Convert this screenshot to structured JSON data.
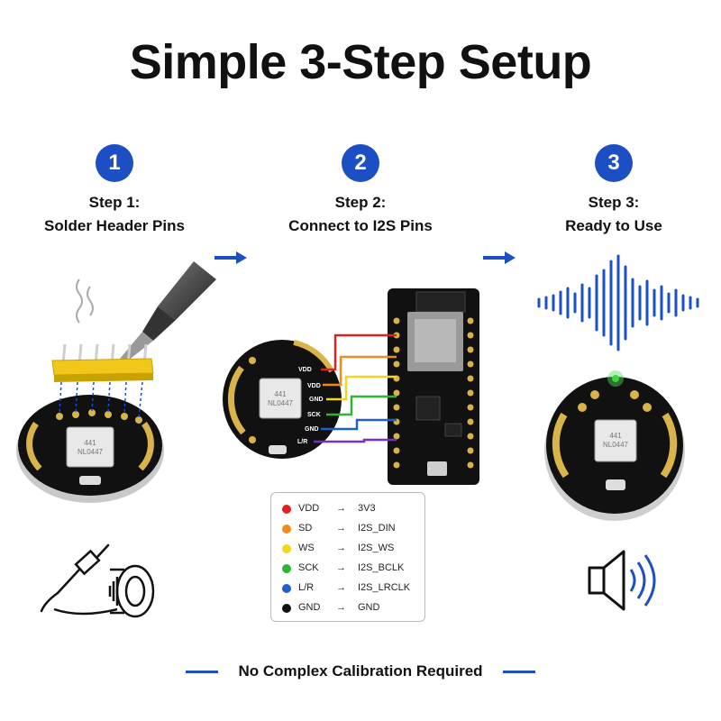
{
  "title": "Simple 3-Step Setup",
  "steps": [
    {
      "number": "1",
      "label_line1": "Step 1:",
      "label_line2": "Solder Header Pins"
    },
    {
      "number": "2",
      "label_line1": "Step 2:",
      "label_line2": "Connect to I2S Pins"
    },
    {
      "number": "3",
      "label_line1": "Step 3:",
      "label_line2": "Ready to Use"
    }
  ],
  "chip_text": {
    "line1": "441",
    "line2": "NL0447"
  },
  "mic_pin_labels": [
    "VDD",
    "VDD",
    "GND",
    "SCK",
    "GND",
    "L/R"
  ],
  "wiring": [
    {
      "signal": "VDD",
      "arrow": "→",
      "pin": "3V3",
      "color": "#e02020"
    },
    {
      "signal": "SD",
      "arrow": "→",
      "pin": "I2S_DIN",
      "color": "#f08a1c"
    },
    {
      "signal": "WS",
      "arrow": "→",
      "pin": "I2S_WS",
      "color": "#f5d61c"
    },
    {
      "signal": "SCK",
      "arrow": "→",
      "pin": "I2S_BCLK",
      "color": "#2fb532"
    },
    {
      "signal": "L/R",
      "arrow": "→",
      "pin": "I2S_LRCLK",
      "color": "#1f5fd0"
    },
    {
      "signal": "GND",
      "arrow": "→",
      "pin": "GND",
      "color": "#111111"
    }
  ],
  "footer": "No Complex Calibration Required",
  "accent_color": "#1d4fc4"
}
